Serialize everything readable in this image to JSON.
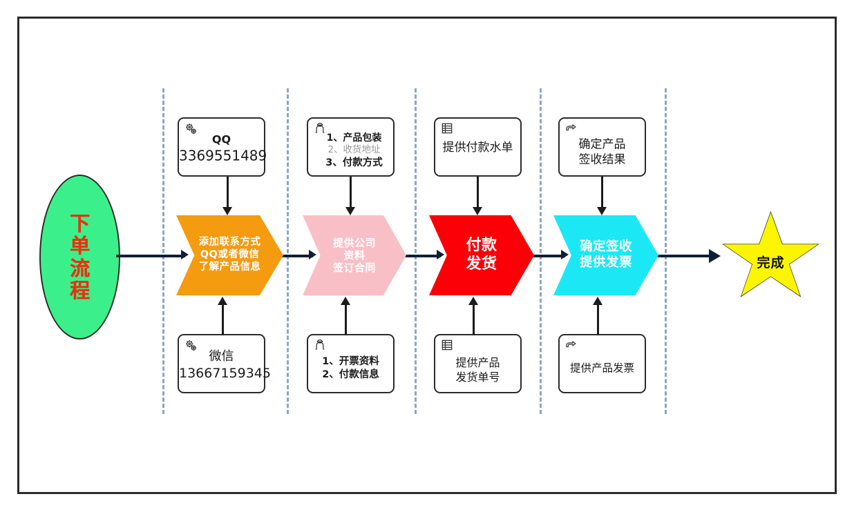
{
  "diagram": {
    "start": {
      "label_lines": [
        "下",
        "单",
        "流",
        "程"
      ],
      "fill": "#3bf08a",
      "text_color": "#e8320f"
    },
    "end": {
      "label": "完成",
      "fill": "#fcf500",
      "stroke": "#1a1a1a"
    },
    "stages": [
      {
        "id": "stage-contact",
        "chevron": {
          "lines": [
            "添加联系方式",
            "QQ或者微信",
            "了解产品信息"
          ],
          "fill": "#f59b10",
          "text_color": "#ffffff"
        },
        "top_box": {
          "icon": "gears-icon",
          "lines": [
            "QQ",
            "3369551489"
          ],
          "styles": [
            "bold",
            "normal"
          ]
        },
        "bottom_box": {
          "icon": "gears-icon",
          "lines": [
            "微信",
            "13667159345"
          ],
          "styles": [
            "normal",
            "normal"
          ]
        }
      },
      {
        "id": "stage-contract",
        "chevron": {
          "lines": [
            "提供公司",
            "资料",
            "签订合同"
          ],
          "fill": "#f9bfc6",
          "text_color": "#ffffff"
        },
        "top_box": {
          "icon": "person-icon",
          "lines": [
            "1、产品包装",
            "2、收货地址",
            "3、付款方式"
          ],
          "styles": [
            "bold",
            "gray",
            "bold"
          ]
        },
        "bottom_box": {
          "icon": "person-icon",
          "lines": [
            "1、开票资料",
            "2、付款信息"
          ],
          "styles": [
            "bold",
            "bold"
          ]
        }
      },
      {
        "id": "stage-payment",
        "chevron": {
          "lines": [
            "付款",
            "发货"
          ],
          "fill": "#fb0007",
          "text_color": "#ffffff"
        },
        "top_box": {
          "icon": "list-icon",
          "lines": [
            "提供付款水单"
          ],
          "styles": [
            "normal"
          ]
        },
        "bottom_box": {
          "icon": "list-icon",
          "lines": [
            "提供产品",
            "发货单号"
          ],
          "styles": [
            "normal",
            "normal"
          ]
        }
      },
      {
        "id": "stage-receipt",
        "chevron": {
          "lines": [
            "确定签收",
            "提供发票"
          ],
          "fill": "#1ce8f5",
          "text_color": "#ffffff"
        },
        "top_box": {
          "icon": "pointing-hand-icon",
          "lines": [
            "确定产品",
            "签收结果"
          ],
          "styles": [
            "normal",
            "normal"
          ]
        },
        "bottom_box": {
          "icon": "pointing-hand-icon",
          "lines": [
            "提供产品发票"
          ],
          "styles": [
            "normal"
          ]
        }
      }
    ],
    "colors": {
      "frame": "#2b2b2b",
      "separator": "#8ba6c1",
      "connector": "#101f38",
      "box_border": "#2b2b2b",
      "muted_text": "#9a9a9a"
    }
  }
}
